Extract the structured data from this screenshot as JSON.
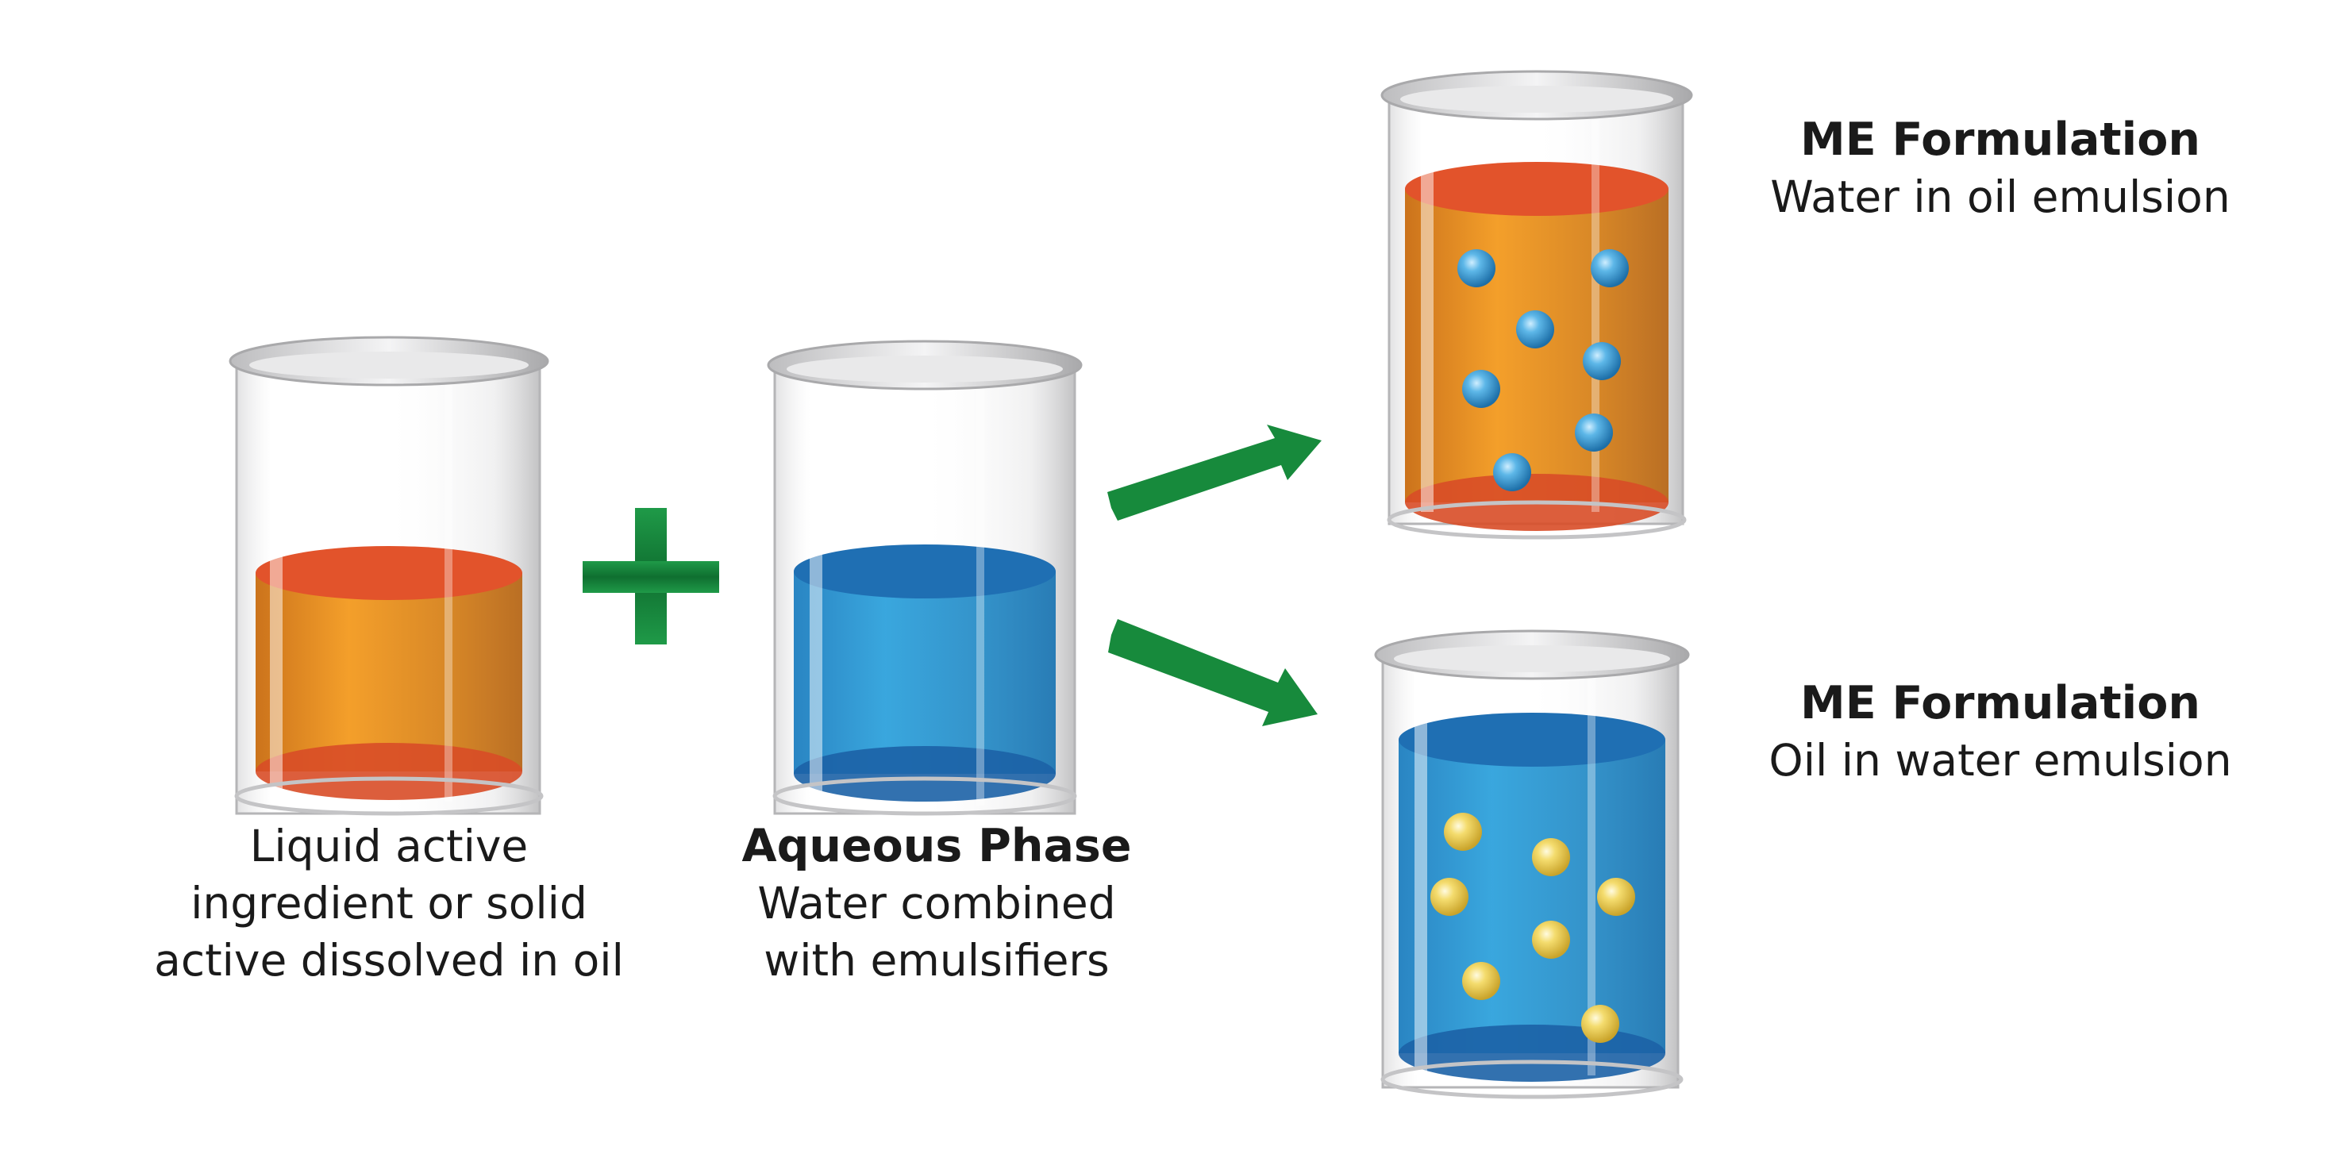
{
  "colors": {
    "oil_liquid": "#d9821c",
    "oil_surface": "#e2532b",
    "water_liquid": "#2f93cc",
    "water_surface": "#1f6fb3",
    "arrow_green": "#178a3c",
    "oil_droplet": "#f0d25a",
    "water_droplet": "#4fa8dc"
  },
  "captions": {
    "oil_phase": {
      "lines": [
        "Liquid active",
        "ingredient or solid",
        "active dissolved in oil"
      ]
    },
    "aqueous_phase": {
      "title": "Aqueous Phase",
      "lines": [
        "Water combined",
        "with emulsifiers"
      ]
    },
    "water_in_oil": {
      "title": "ME Formulation",
      "subtitle": "Water in oil emulsion"
    },
    "oil_in_water": {
      "title": "ME Formulation",
      "subtitle": "Oil in water emulsion"
    }
  },
  "icons": {
    "plus": "plus-icon",
    "arrow_up": "arrow-right-up-icon",
    "arrow_down": "arrow-right-down-icon"
  }
}
